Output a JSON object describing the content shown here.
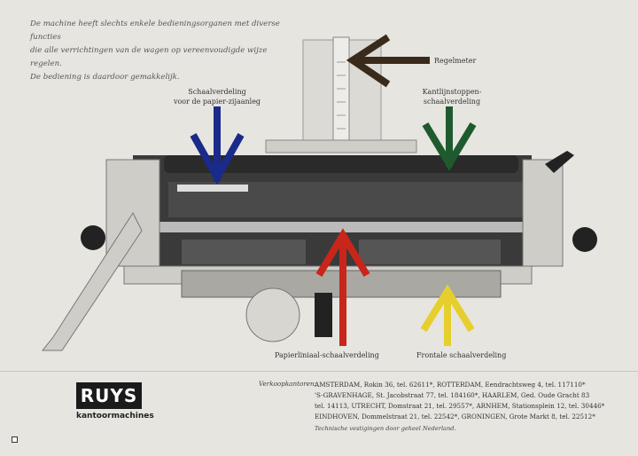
{
  "intro": [
    "De machine heeft slechts enkele bedieningsorganen met diverse functies",
    "die alle verrichtingen van de wagen op vereenvoudigde wijze regelen.",
    "De bediening is daardoor gemakkelijk."
  ],
  "labels": {
    "regelmeter": "Regelmeter",
    "schaal_zijaanleg": [
      "Schaalverdeling",
      "voor de papier-zijaanleg"
    ],
    "kantlijn": [
      "Kantlijnstoppen-",
      "schaalverdeling"
    ],
    "papierliniaal": "Papierliniaal-schaalverdeling",
    "frontale": "Frontale schaalverdeling"
  },
  "arrow_colors": {
    "regelmeter": "#3a2a1c",
    "zijaanleg": "#1a2a8a",
    "kantlijn": "#1f5a2e",
    "papierliniaal": "#c8261a",
    "frontale": "#e6cf2c"
  },
  "footer": {
    "logo": "RUYS",
    "logo_sub": "kantoormachines",
    "offices_label": "Verkoopkantoren:",
    "offices": [
      "AMSTERDAM, Rokin 36, tel. 62611*, ROTTERDAM, Eendrachtsweg 4, tel. 117110*",
      "'S-GRAVENHAGE, St. Jacobstraat 77, tel. 184160*, HAARLEM, Ged. Oude Gracht 83",
      "tel. 14113, UTRECHT, Domstraat 21, tel. 29557*, ARNHEM, Stationsplein 12, tel. 30446*",
      "EINDHOVEN, Dommelstraat 21, tel. 22542*, GRONINGEN, Grote Markt 8, tel. 22512*"
    ],
    "tech": "Technische vestigingen door geheel Nederland."
  }
}
